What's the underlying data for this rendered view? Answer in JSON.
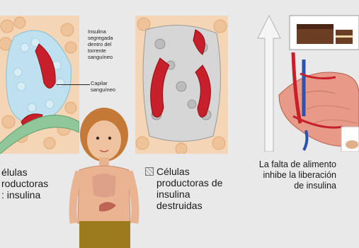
{
  "panel1": {
    "label_insulin": "Insulina\nsegregada\ndentro del\ntorrente\nsanguíneo",
    "label_capillary": "Capilar\nsanguíneo",
    "caption": "élulas\nroductoras\n: insulina"
  },
  "panel2": {
    "caption": "Células\nproductoras de\ninsulina\ndestruidas"
  },
  "panel3": {
    "caption": "La falta de alimento\ninhibe la liberación\nde insulina"
  },
  "colors": {
    "tissue": "#f2c9a2",
    "cell_blue": "#bfe0ee",
    "blood_vessel": "#c8202a",
    "green_band": "#8fc79b",
    "background": "#e9e9e9"
  }
}
